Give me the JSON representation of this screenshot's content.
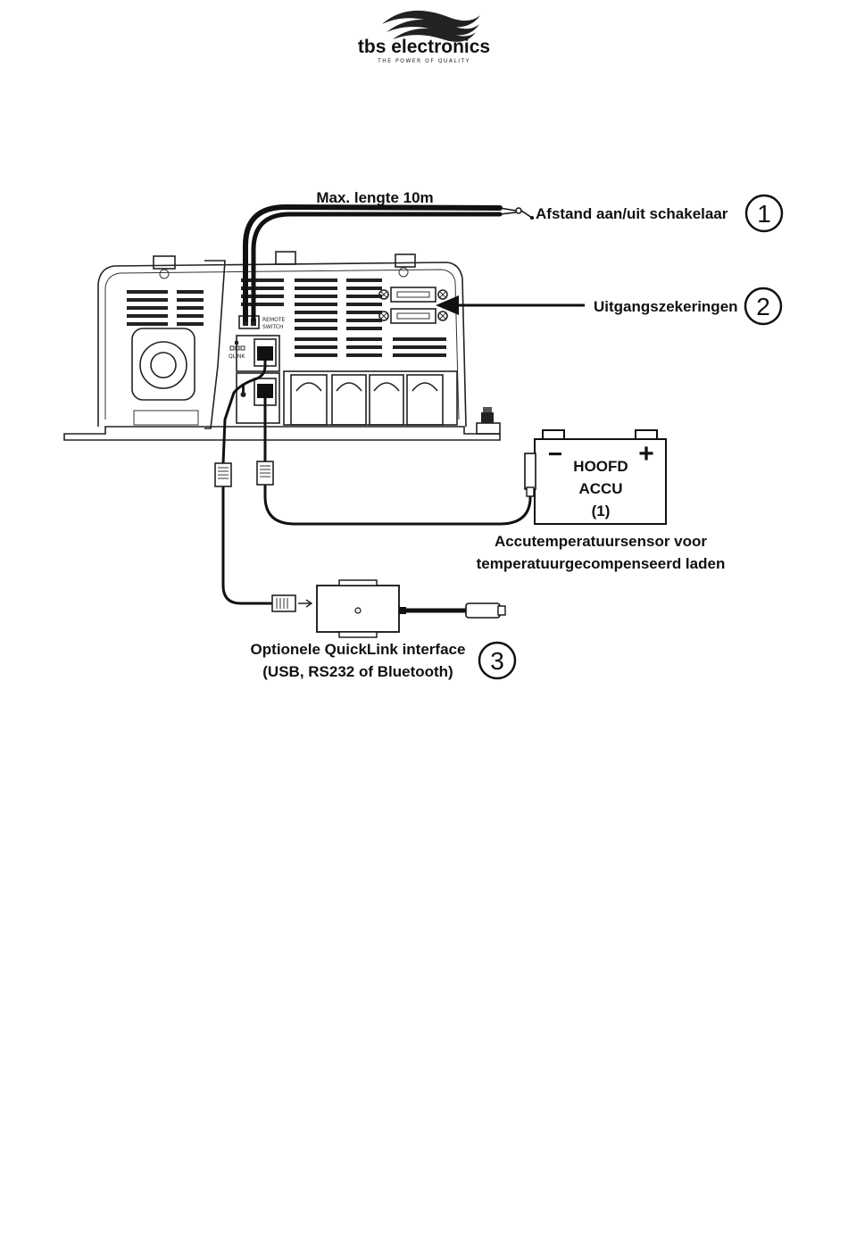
{
  "logo": {
    "brand": "tbs electronics",
    "tagline": "THE POWER OF QUALITY"
  },
  "labels": {
    "max_length": "Max. lengte 10m",
    "remote_switch": "Afstand aan/uit schakelaar",
    "output_fuses": "Uitgangszekeringen",
    "battery_line1": "HOOFD",
    "battery_line2": "ACCU",
    "battery_line3": "(1)",
    "sensor_line1": "Accutemperatuursensor voor",
    "sensor_line2": "temperatuurgecompenseerd laden",
    "quicklink_line1": "Optionele QuickLink interface",
    "quicklink_line2": "(USB, RS232 of Bluetooth)"
  },
  "callouts": [
    "1",
    "2",
    "3"
  ],
  "device_text": {
    "remote_line1": "REMOTE",
    "remote_line2": "SWITCH",
    "qlink": "QLINK"
  },
  "battery_terminals": {
    "negative": "−",
    "positive": "+"
  }
}
